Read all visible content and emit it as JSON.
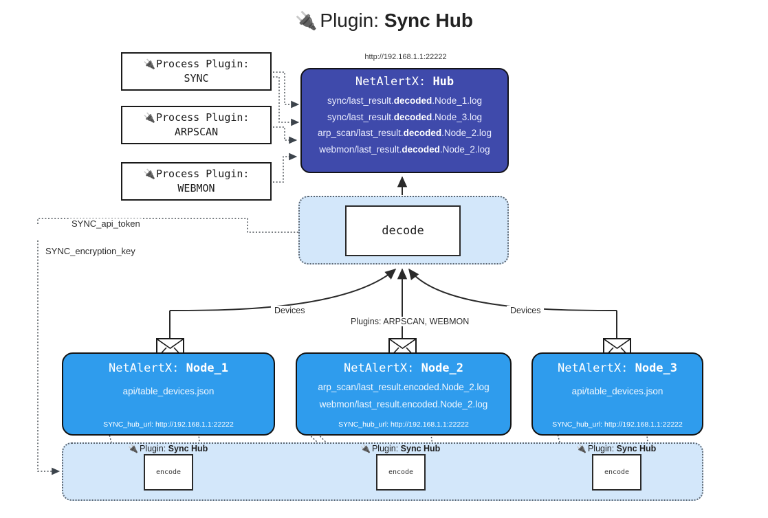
{
  "title": {
    "icon": "plug-icon",
    "prefix": "Plugin:",
    "name": "Sync Hub"
  },
  "hub": {
    "url": "http://192.168.1.1:22222",
    "title_prefix": "NetAlertX:",
    "title_name": "Hub",
    "lines": [
      {
        "pre": "sync/last_result.",
        "bold": "decoded",
        "post": ".Node_1.log"
      },
      {
        "pre": "sync/last_result.",
        "bold": "decoded",
        "post": ".Node_3.log"
      },
      {
        "pre": "arp_scan/last_result.",
        "bold": "decoded",
        "post": ".Node_2.log"
      },
      {
        "pre": "webmon/last_result.",
        "bold": "decoded",
        "post": ".Node_2.log"
      }
    ]
  },
  "process_plugins": [
    {
      "icon": "plug-icon",
      "line1": "Process Plugin:",
      "line2": "SYNC"
    },
    {
      "icon": "plug-icon",
      "line1": "Process Plugin:",
      "line2": "ARPSCAN"
    },
    {
      "icon": "plug-icon",
      "line1": "Process Plugin:",
      "line2": "WEBMON"
    }
  ],
  "decode": {
    "label": "decode"
  },
  "keys": [
    {
      "label": "SYNC_api_token"
    },
    {
      "label": "SYNC_encryption_key"
    }
  ],
  "edge_labels": {
    "left_devices": "Devices",
    "center_plugins": "Plugins: ARPSCAN, WEBMON",
    "right_devices": "Devices"
  },
  "nodes": [
    {
      "title_prefix": "NetAlertX:",
      "title_name": "Node_1",
      "lines": [
        "api/table_devices.json"
      ],
      "footer": "SYNC_hub_url: http://192.168.1.1:22222",
      "envelope": "envelope-icon"
    },
    {
      "title_prefix": "NetAlertX:",
      "title_name": "Node_2",
      "lines": [
        "arp_scan/last_result.encoded.Node_2.log",
        "webmon/last_result.encoded.Node_2.log"
      ],
      "footer": "SYNC_hub_url: http://192.168.1.1:22222",
      "envelope": "envelope-icon"
    },
    {
      "title_prefix": "NetAlertX:",
      "title_name": "Node_3",
      "lines": [
        "api/table_devices.json"
      ],
      "footer": "SYNC_hub_url: http://192.168.1.1:22222",
      "envelope": "envelope-icon"
    }
  ],
  "encoders": [
    {
      "tag_prefix": "Plugin:",
      "tag_name": "Sync Hub",
      "label": "encode",
      "icon": "plug-icon"
    },
    {
      "tag_prefix": "Plugin:",
      "tag_name": "Sync Hub",
      "label": "encode",
      "icon": "plug-icon"
    },
    {
      "tag_prefix": "Plugin:",
      "tag_name": "Sync Hub",
      "label": "encode",
      "icon": "plug-icon"
    }
  ],
  "colors": {
    "hub_fill": "#3f4aab",
    "node_fill": "#2f9ced",
    "container_fill": "#d3e7fa",
    "stroke": "#13131a",
    "dotted_stroke": "#5b6570"
  }
}
